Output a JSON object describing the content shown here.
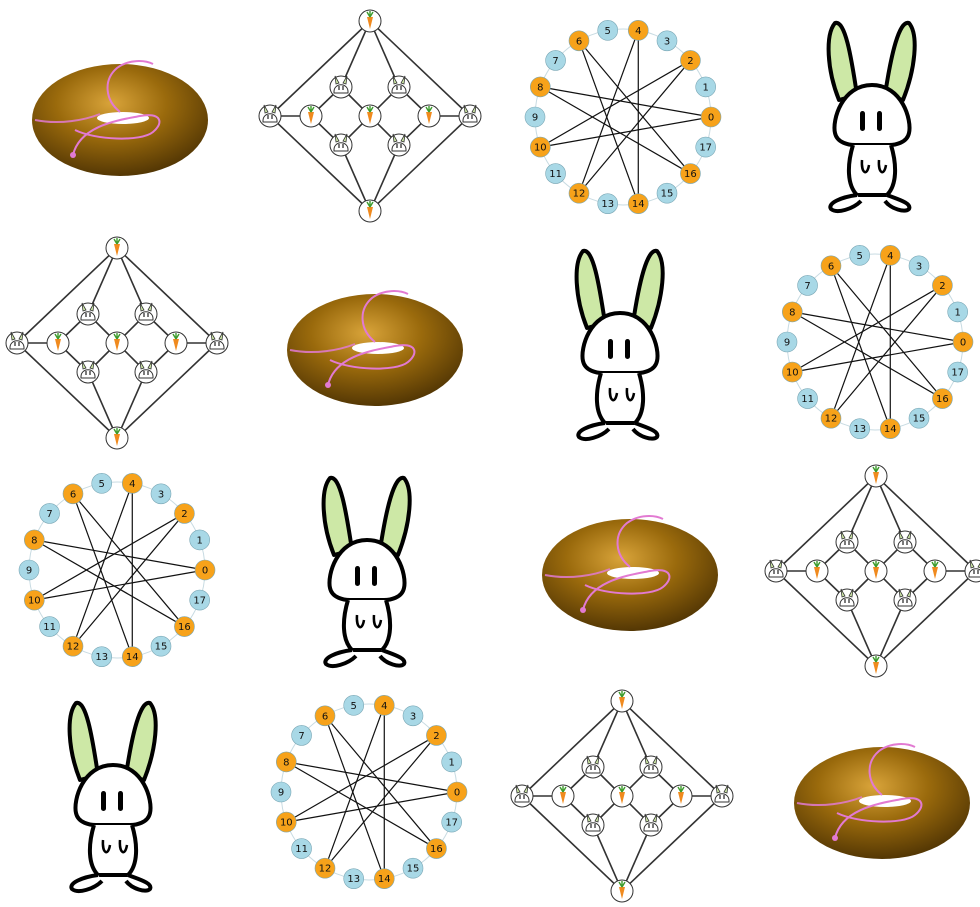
{
  "tiles": [
    {
      "kind": "torus"
    },
    {
      "kind": "diamond"
    },
    {
      "kind": "ring"
    },
    {
      "kind": "bunny"
    },
    {
      "kind": "diamond"
    },
    {
      "kind": "torus"
    },
    {
      "kind": "bunny"
    },
    {
      "kind": "ring"
    },
    {
      "kind": "ring"
    },
    {
      "kind": "bunny"
    },
    {
      "kind": "torus"
    },
    {
      "kind": "diamond"
    },
    {
      "kind": "bunny"
    },
    {
      "kind": "ring"
    },
    {
      "kind": "diamond"
    },
    {
      "kind": "torus"
    }
  ],
  "ring_graph": {
    "labels": [
      "0",
      "1",
      "2",
      "3",
      "4",
      "5",
      "6",
      "7",
      "8",
      "9",
      "10",
      "11",
      "12",
      "13",
      "14",
      "15",
      "16",
      "17"
    ],
    "highlighted": [
      0,
      2,
      4,
      6,
      8,
      10,
      12,
      14,
      16
    ],
    "edges": [
      [
        0,
        8
      ],
      [
        0,
        10
      ],
      [
        2,
        10
      ],
      [
        2,
        12
      ],
      [
        4,
        12
      ],
      [
        4,
        14
      ],
      [
        6,
        14
      ],
      [
        6,
        16
      ],
      [
        8,
        16
      ]
    ]
  },
  "icons": [
    "carrot-icon",
    "rabbit-face-icon"
  ],
  "colors": {
    "orange": "#f7a21a",
    "light_blue": "#a8d8e6",
    "torus_brown": "#9a6a0c",
    "torus_curve": "#e27ad2",
    "ear_green": "#cde8a6"
  }
}
